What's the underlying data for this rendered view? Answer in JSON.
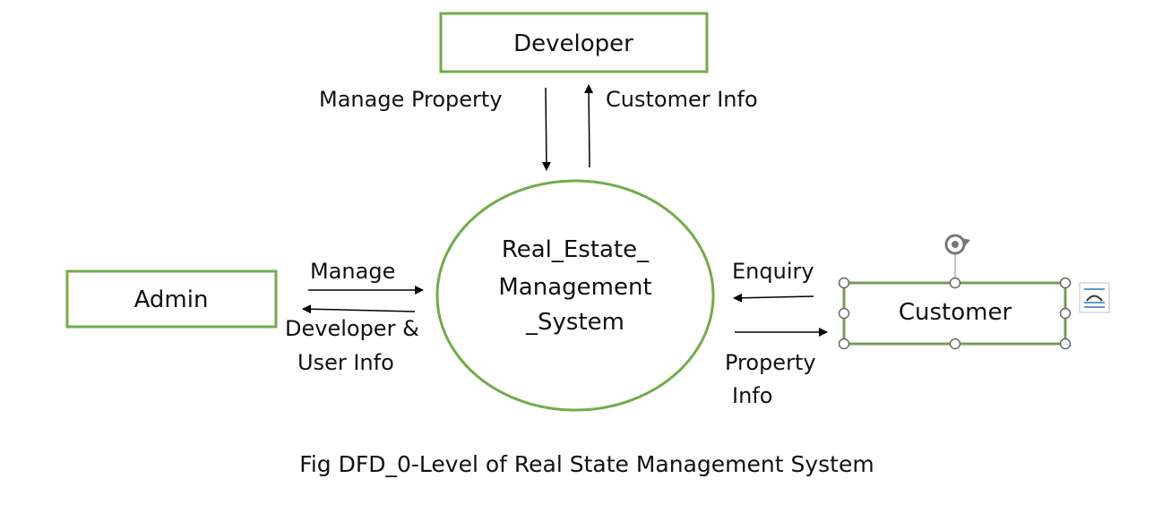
{
  "entities": {
    "developer": "Developer",
    "admin": "Admin",
    "customer": "Customer"
  },
  "process": {
    "line1": "Real_Estate_",
    "line2": "Management",
    "line3": "_System"
  },
  "flows": {
    "manage_property": "Manage Property",
    "customer_info": "Customer Info",
    "manage": "Manage",
    "developer_user_info_line1": "Developer &",
    "developer_user_info_line2": "User Info",
    "enquiry": "Enquiry",
    "property_info_line1": "Property",
    "property_info_line2": "Info"
  },
  "caption": "Fig DFD_0-Level of Real State Management System",
  "colors": {
    "entity_border": "#70ad47",
    "arrow": "#000000",
    "handle": "#808080",
    "layout_icon": "#2e75b6"
  },
  "icons": {
    "rotate_handle": "rotate-handle-icon",
    "layout_options": "layout-options-icon"
  }
}
